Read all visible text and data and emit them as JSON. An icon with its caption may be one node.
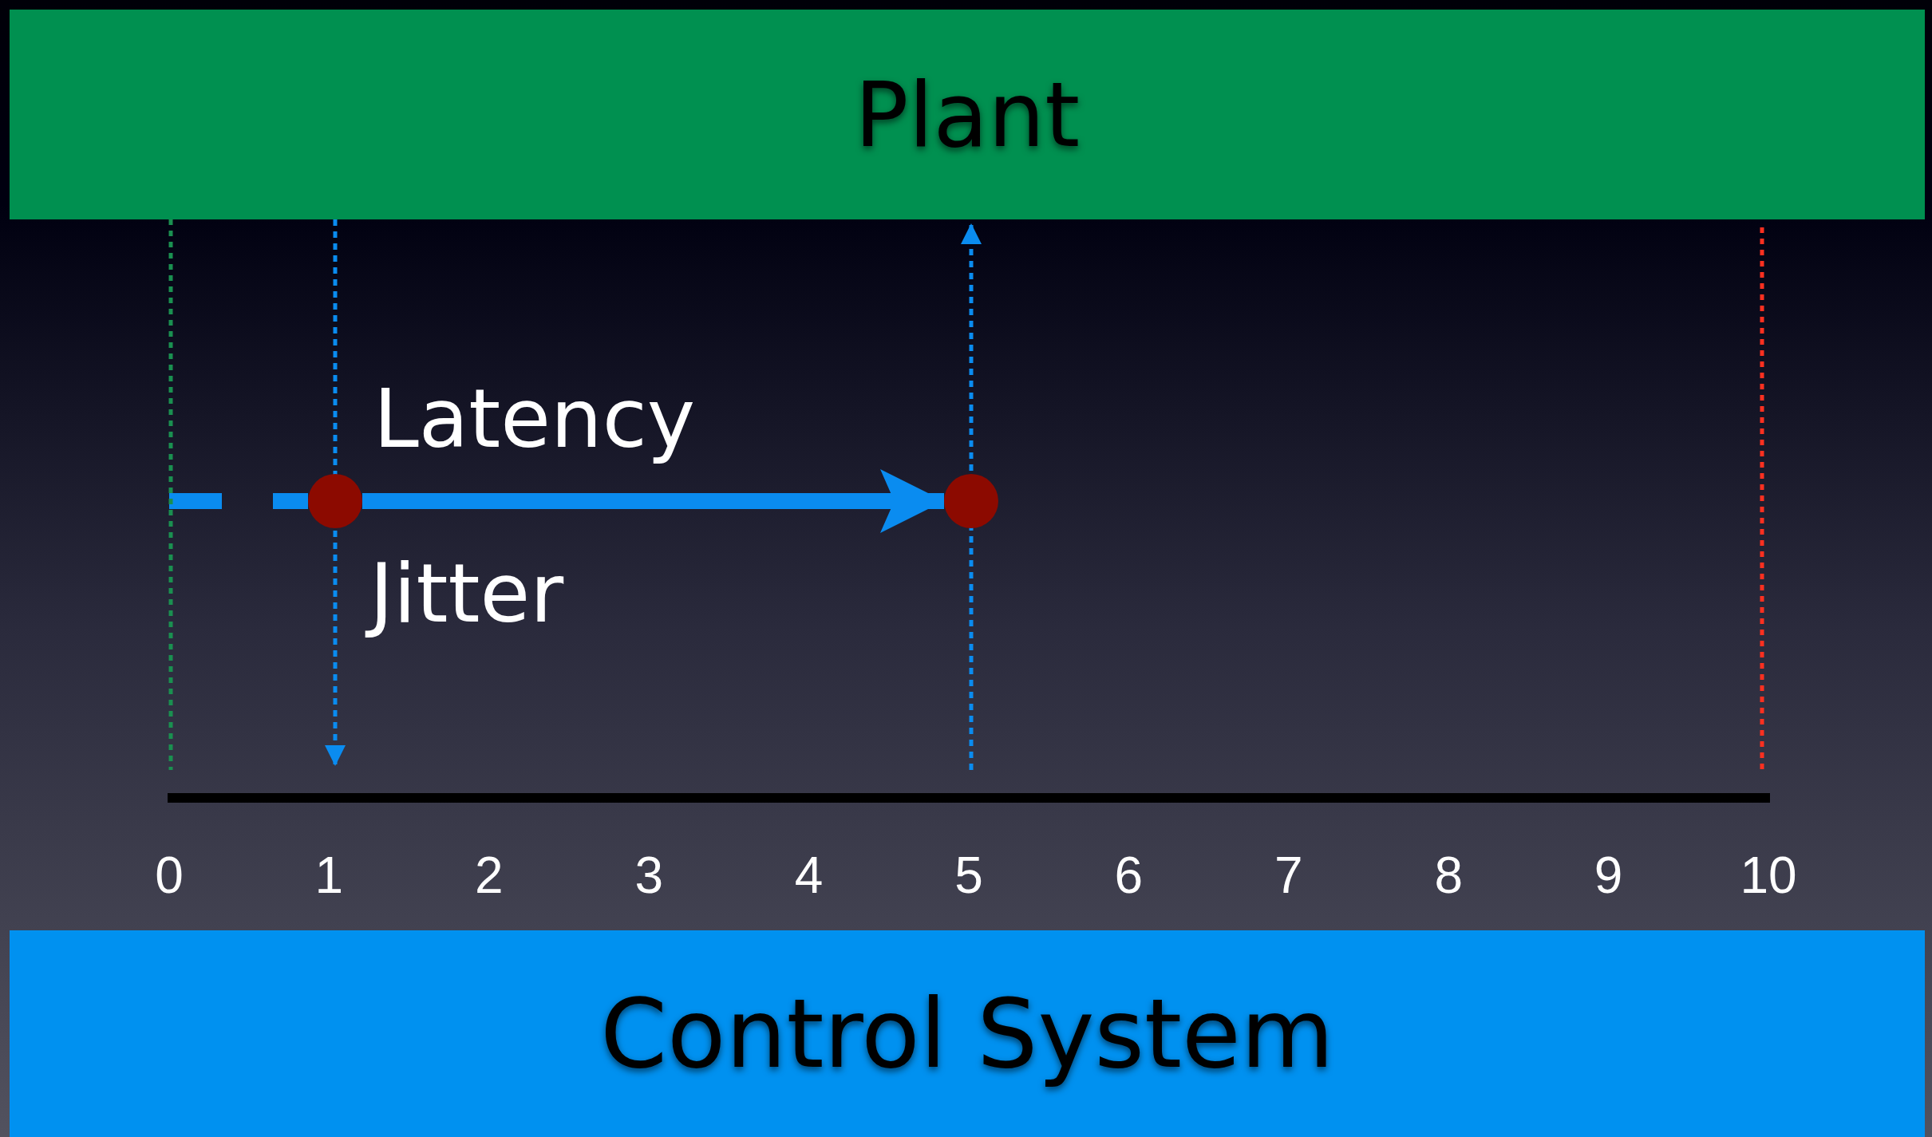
{
  "diagram": {
    "nodes": [
      {
        "text": [
          "Plant"
        ]
      },
      {
        "text": [
          "Control System"
        ]
      },
      {
        "text": [],
        "shape": "circle"
      },
      {
        "text": [],
        "shape": "circle"
      }
    ],
    "edges": [
      {
        "from": 2,
        "to": 3,
        "arrow": "to",
        "style": "thick"
      },
      {
        "from": null,
        "to": 2,
        "arrow": "none",
        "style": "dashed"
      },
      {
        "from": 0,
        "to": null,
        "arrow": "to",
        "style": "dashed"
      },
      {
        "from": null,
        "to": 0,
        "arrow": "to",
        "style": "dashed"
      },
      {
        "from": 0,
        "to": null,
        "arrow": "none",
        "style": "dashed",
        "color": "#1a9050"
      }
    ],
    "labels": [
      "Latency",
      "Jitter",
      "0",
      "1",
      "2",
      "3",
      "4",
      "5",
      "6",
      "7",
      "8",
      "9",
      "10"
    ]
  }
}
